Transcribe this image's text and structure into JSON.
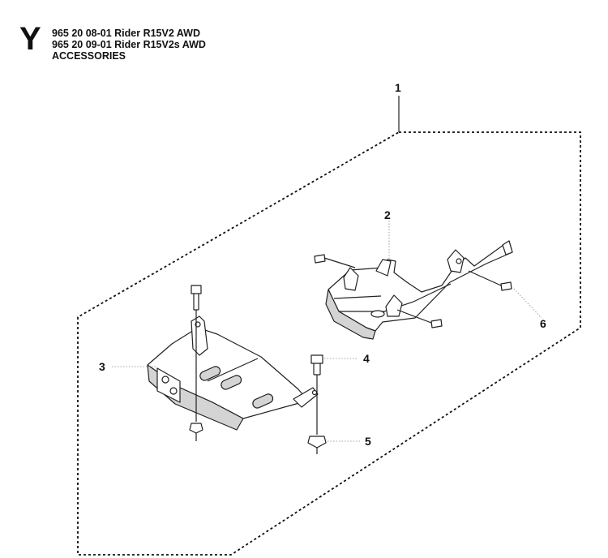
{
  "header": {
    "section_letter": "Y",
    "lines": [
      "965 20 08-01 Rider R15V2 AWD",
      "965 20 09-01 Rider R15V2s AWD",
      "ACCESSORIES"
    ]
  },
  "callouts": [
    "1",
    "2",
    "3",
    "4",
    "5",
    "6"
  ]
}
